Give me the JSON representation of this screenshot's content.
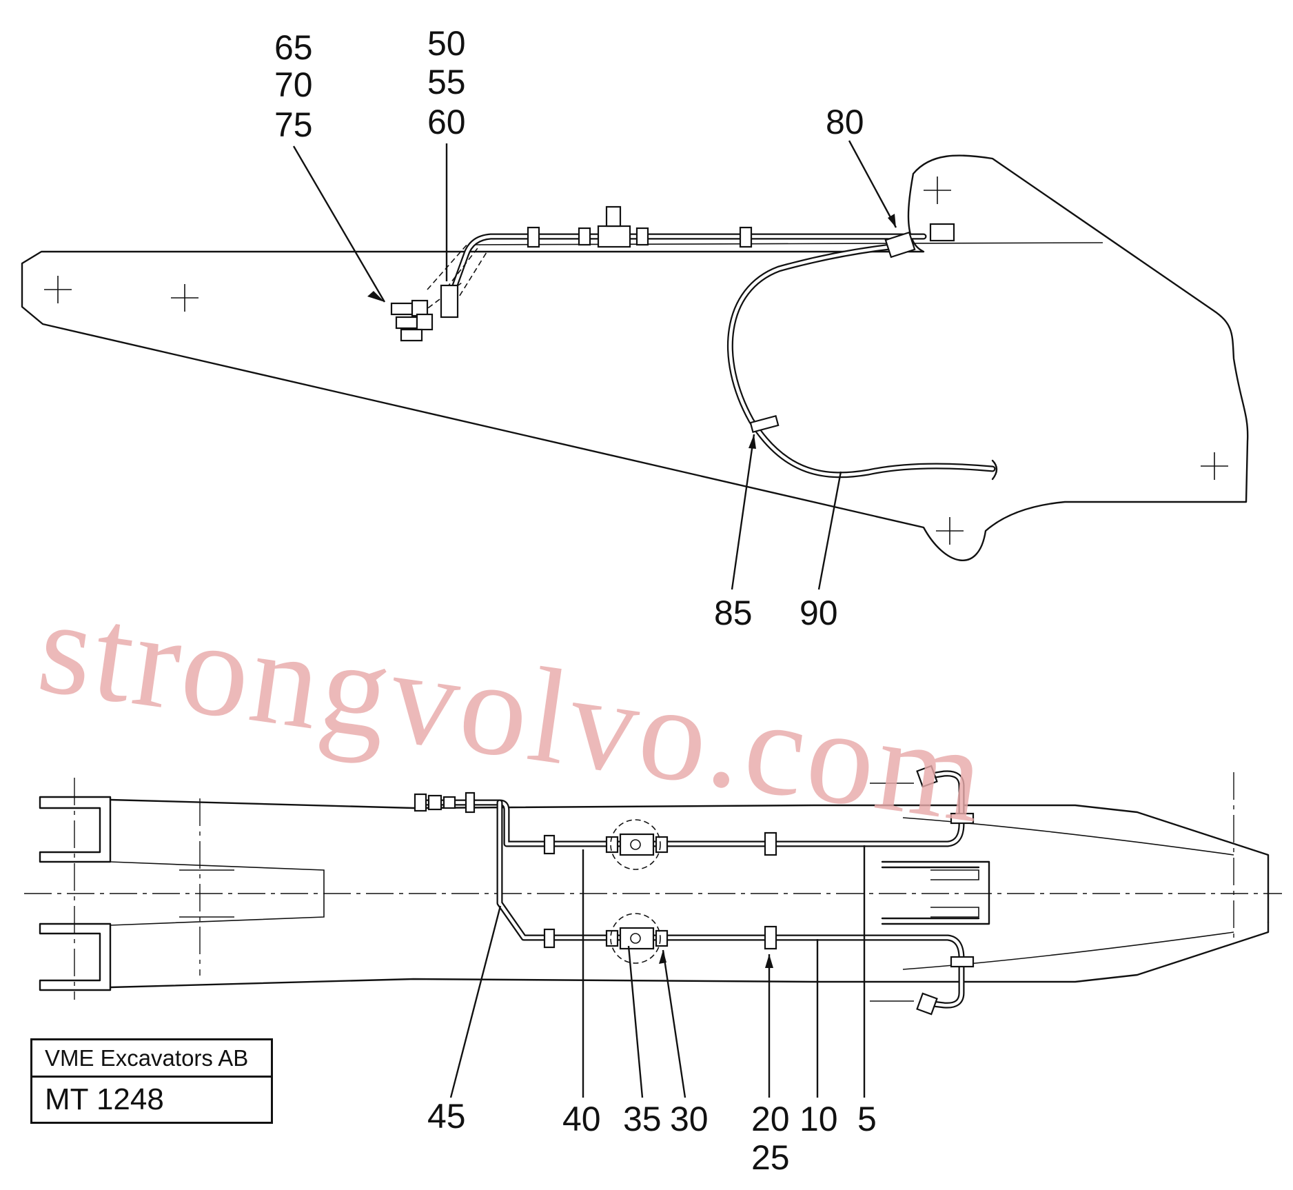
{
  "title_block": {
    "company": "VME Excavators AB",
    "drawing_number": "MT 1248"
  },
  "watermark": "strongvolvo.com",
  "callouts": {
    "top": [
      "65",
      "70",
      "75",
      "50",
      "55",
      "60",
      "80",
      "85",
      "90"
    ],
    "bottom": [
      "45",
      "40",
      "35",
      "30",
      "20",
      "25",
      "10",
      "5"
    ]
  }
}
